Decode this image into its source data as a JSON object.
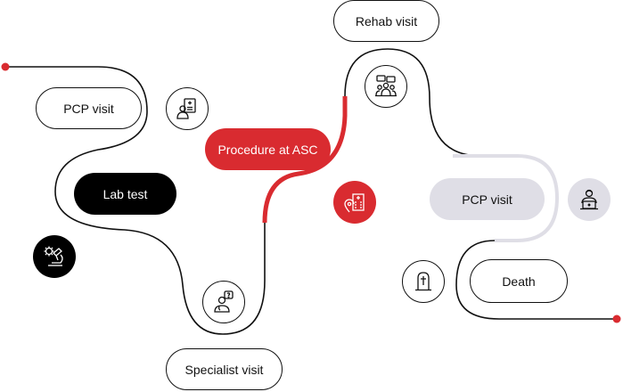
{
  "steps": {
    "rehab": "Rehab visit",
    "pcp_top": "PCP visit",
    "procedure": "Procedure at ASC",
    "lab": "Lab test",
    "pcp_right": "PCP visit",
    "death": "Death",
    "specialist": "Specialist visit"
  },
  "icons": {
    "pcp_top": "medical-record-icon",
    "lab": "microscope-icon",
    "specialist": "doctor-question-icon",
    "procedure": "hospital-location-icon",
    "rehab": "group-consult-icon",
    "pcp_right": "doctor-laptop-icon",
    "death": "tombstone-icon"
  },
  "colors": {
    "accent": "#d92b30",
    "ink": "#000000",
    "muted": "#dfdee6"
  }
}
